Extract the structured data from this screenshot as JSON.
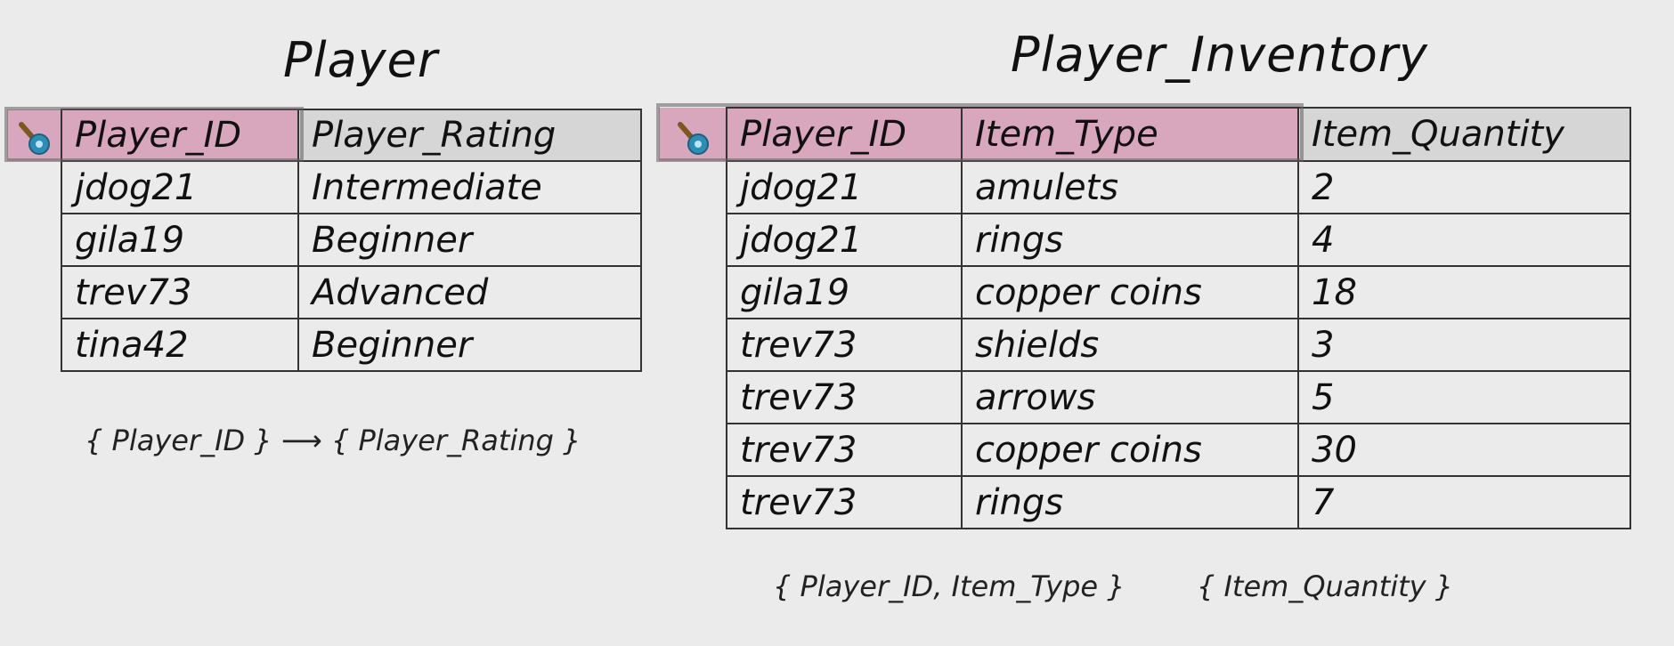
{
  "player": {
    "title": "Player",
    "headers": [
      "Player_ID",
      "Player_Rating"
    ],
    "rows": [
      [
        "jdog21",
        "Intermediate"
      ],
      [
        "gila19",
        "Beginner"
      ],
      [
        "trev73",
        "Advanced"
      ],
      [
        "tina42",
        "Beginner"
      ]
    ],
    "dependency": {
      "lhs": "{ Player_ID }",
      "arrow": "⟶",
      "rhs": "{ Player_Rating }"
    }
  },
  "inventory": {
    "title": "Player_Inventory",
    "headers": [
      "Player_ID",
      "Item_Type",
      "Item_Quantity"
    ],
    "rows": [
      [
        "jdog21",
        "amulets",
        "2"
      ],
      [
        "jdog21",
        "rings",
        "4"
      ],
      [
        "gila19",
        "copper coins",
        "18"
      ],
      [
        "trev73",
        "shields",
        "3"
      ],
      [
        "trev73",
        "arrows",
        "5"
      ],
      [
        "trev73",
        "copper coins",
        "30"
      ],
      [
        "trev73",
        "rings",
        "7"
      ]
    ],
    "dependency": {
      "lhs": "{ Player_ID, Item_Type }",
      "rhs": "{ Item_Quantity }"
    }
  },
  "icons": {
    "primary_key": "key-icon"
  },
  "colors": {
    "key_highlight": "#d8a6bd",
    "header_bg": "#d6d6d6",
    "key_icon": "#2a8fb5"
  }
}
